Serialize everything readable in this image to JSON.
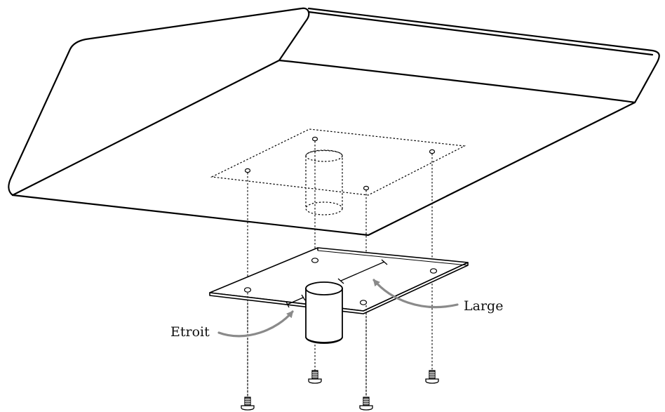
{
  "labels": {
    "narrow": "Etroit",
    "wide": "Large"
  },
  "colors": {
    "outline": "#000000",
    "arrow": "#8a8a8a",
    "background": "#ffffff"
  },
  "parts": {
    "screw_count": 4,
    "hole_count": 4
  }
}
